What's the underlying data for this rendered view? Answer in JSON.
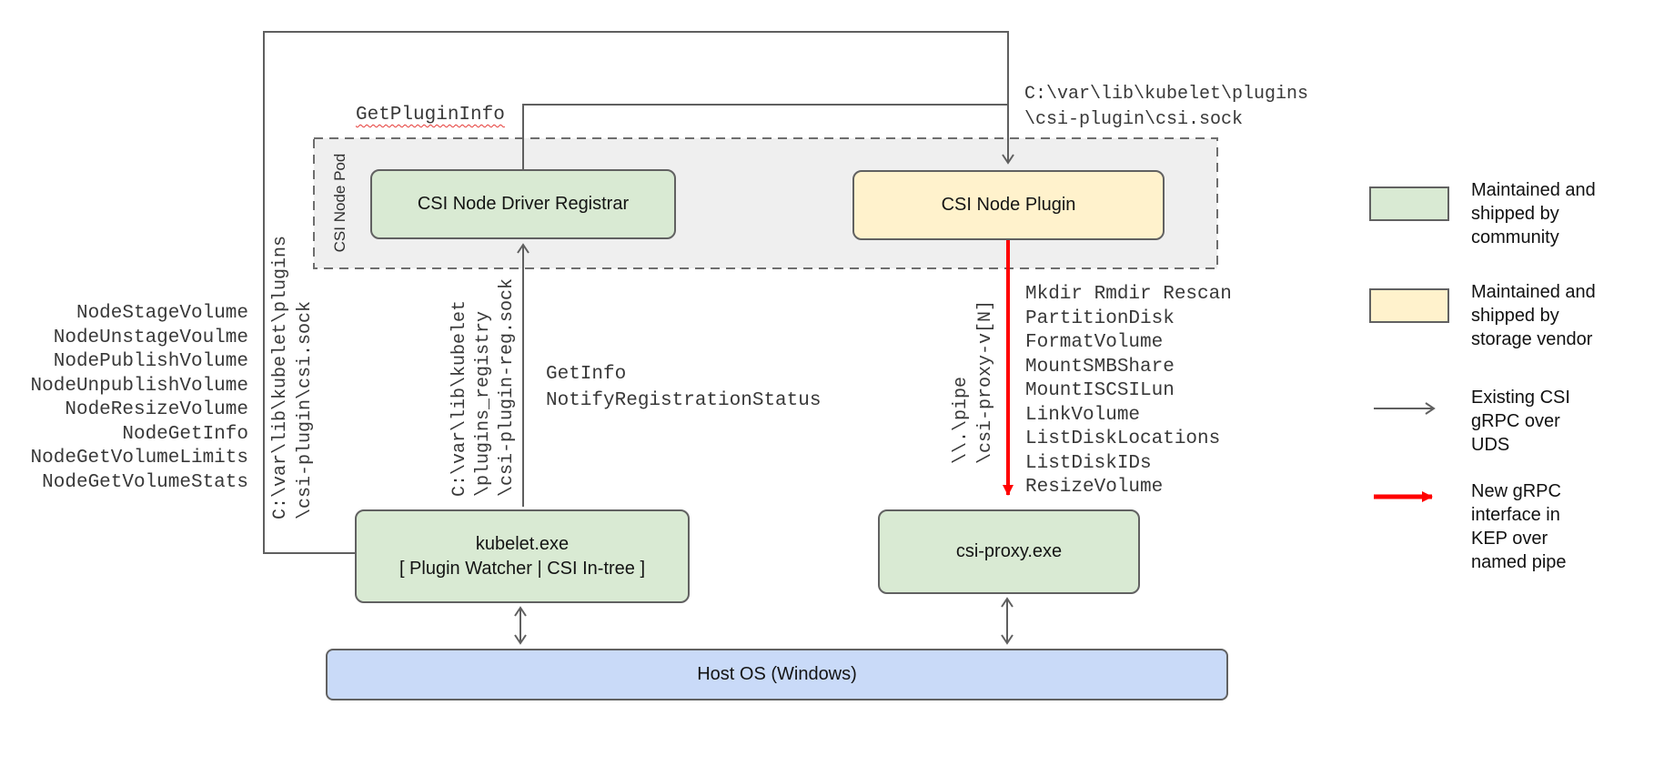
{
  "diagram": {
    "pod_label": "CSI Node Pod",
    "boxes": {
      "registrar": "CSI Node Driver Registrar",
      "plugin": "CSI Node Plugin",
      "kubelet": "kubelet.exe\n[ Plugin Watcher | CSI In-tree ]",
      "csi_proxy": "csi-proxy.exe",
      "host_os": "Host OS (Windows)"
    },
    "labels": {
      "get_plugin_info": "GetPluginInfo",
      "csi_sock_top": "C:\\var\\lib\\kubelet\\plugins\n\\csi-plugin\\csi.sock",
      "csi_sock_left": "C:\\var\\lib\\kubelet\\plugins\n\\csi-plugin\\csi.sock",
      "reg_sock": "C:\\var\\lib\\kubelet\n\\plugins_registry\n\\csi-plugin-reg.sock",
      "registration_rpcs": "GetInfo\nNotifyRegistrationStatus",
      "named_pipe": "\\\\.\\pipe\n\\csi-proxy-v[N]"
    },
    "node_rpcs": [
      "NodeStageVolume",
      "NodeUnstageVoulme",
      "NodePublishVolume",
      "NodeUnpublishVolume",
      "NodeResizeVolume",
      "NodeGetInfo",
      "NodeGetVolumeLimits",
      "NodeGetVolumeStats"
    ],
    "proxy_rpcs": [
      "Mkdir Rmdir Rescan",
      "PartitionDisk",
      "FormatVolume",
      "MountSMBShare",
      "MountISCSILun",
      "LinkVolume",
      "ListDiskLocations",
      "ListDiskIDs",
      "ResizeVolume"
    ]
  },
  "legend": {
    "items": [
      {
        "swatch": "green-box",
        "label": "Maintained and\nshipped by\ncommunity"
      },
      {
        "swatch": "yellow-box",
        "label": "Maintained and\nshipped by\nstorage vendor"
      },
      {
        "swatch": "gray-arrow",
        "label": "Existing CSI\ngRPC over\nUDS"
      },
      {
        "swatch": "red-arrow",
        "label": "New gRPC\ninterface in\nKEP over\nnamed pipe"
      }
    ]
  },
  "colors": {
    "community_green": "#d9ead3",
    "vendor_yellow": "#fff2cc",
    "host_blue": "#c9daf8",
    "pod_gray": "#efefef",
    "line_gray": "#5f5f5f",
    "new_rpc_red": "#ff0000",
    "squiggle_red": "#e53935"
  }
}
